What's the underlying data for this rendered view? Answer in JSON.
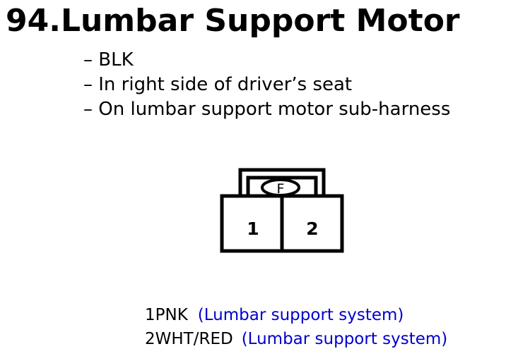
{
  "title": "94.Lumbar Support Motor",
  "bullets": [
    "– BLK",
    "– In right side of driver’s seat",
    "– On lumbar support motor sub-harness"
  ],
  "connector": {
    "lock_label": "F",
    "pin_labels": [
      "1",
      "2"
    ]
  },
  "pins": [
    {
      "label": "1PNK",
      "note": "(Lumbar support system)"
    },
    {
      "label": "2WHT/RED",
      "note": "(Lumbar support system)"
    }
  ],
  "colors": {
    "text": "#000000",
    "note": "#0000cc"
  }
}
